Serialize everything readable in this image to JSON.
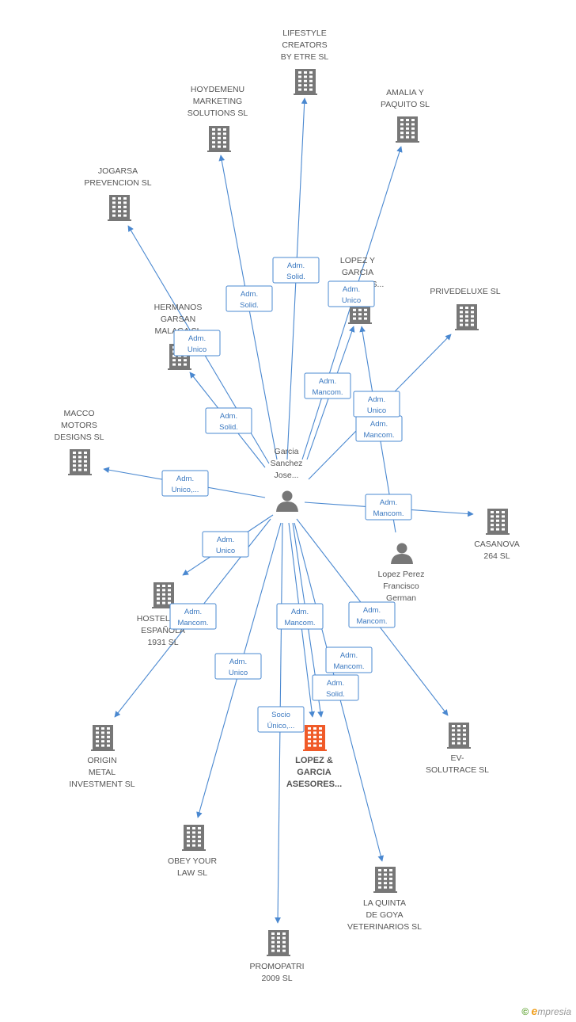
{
  "colors": {
    "edge": "#4a88d0",
    "company": "#777777",
    "company_main": "#f05a28",
    "person": "#777777",
    "label_text": "#3a78c0"
  },
  "nodes": [
    {
      "id": "lifestyle",
      "type": "company",
      "lines": [
        "LIFESTYLE",
        "CREATORS",
        "BY ETRE  SL"
      ]
    },
    {
      "id": "hoydemenu",
      "type": "company",
      "lines": [
        "HOYDEMENU",
        "MARKETING",
        "SOLUTIONS SL"
      ]
    },
    {
      "id": "amalia",
      "type": "company",
      "lines": [
        "AMALIA Y",
        "PAQUITO SL"
      ]
    },
    {
      "id": "jogarsa",
      "type": "company",
      "lines": [
        "JOGARSA",
        "PREVENCION SL"
      ]
    },
    {
      "id": "lopezygarcia",
      "type": "company",
      "lines": [
        "LOPEZ Y",
        "GARCIA",
        "ASESORES..."
      ]
    },
    {
      "id": "privedeluxe",
      "type": "company",
      "lines": [
        "PRIVEDELUXE SL"
      ]
    },
    {
      "id": "hermanos",
      "type": "company",
      "lines": [
        "HERMANOS",
        "GARSAN",
        "MALAGA SL"
      ]
    },
    {
      "id": "macco",
      "type": "company",
      "lines": [
        "MACCO",
        "MOTORS",
        "DESIGNS  SL"
      ]
    },
    {
      "id": "garcia",
      "type": "person",
      "lines": [
        "Garcia",
        "Sanchez",
        "Jose..."
      ]
    },
    {
      "id": "casanova",
      "type": "company",
      "lines": [
        "CASANOVA",
        "264  SL"
      ]
    },
    {
      "id": "lopezperez",
      "type": "person",
      "lines": [
        "Lopez Perez",
        "Francisco",
        "German"
      ]
    },
    {
      "id": "hostel",
      "type": "company",
      "lines": [
        "HOSTELERIA",
        "ESPAÑOLA",
        "1931 SL"
      ]
    },
    {
      "id": "origin",
      "type": "company",
      "lines": [
        "ORIGIN",
        "METAL",
        "INVESTMENT SL"
      ]
    },
    {
      "id": "main",
      "type": "company_main",
      "lines": [
        "LOPEZ &",
        "GARCIA",
        "ASESORES..."
      ]
    },
    {
      "id": "ev",
      "type": "company",
      "lines": [
        "EV-",
        "SOLUTRACE SL"
      ]
    },
    {
      "id": "obey",
      "type": "company",
      "lines": [
        "OBEY YOUR",
        "LAW  SL"
      ]
    },
    {
      "id": "laquinta",
      "type": "company",
      "lines": [
        "LA QUINTA",
        "DE GOYA",
        "VETERINARIOS SL"
      ]
    },
    {
      "id": "promopatri",
      "type": "company",
      "lines": [
        "PROMOPATRI",
        "2009 SL"
      ]
    }
  ],
  "edges": [
    {
      "from": "garcia",
      "to": "lifestyle",
      "label": [
        "Adm.",
        "Solid."
      ]
    },
    {
      "from": "garcia",
      "to": "hoydemenu",
      "label": [
        "Adm.",
        "Solid."
      ]
    },
    {
      "from": "garcia",
      "to": "amalia",
      "label": [
        "Adm.",
        "Mancom."
      ]
    },
    {
      "from": "garcia",
      "to": "jogarsa",
      "label": [
        "Adm.",
        "Unico"
      ]
    },
    {
      "from": "garcia",
      "to": "lopezygarcia",
      "label": [
        "Adm.",
        "Unico"
      ]
    },
    {
      "from": "garcia",
      "to": "privedeluxe",
      "label": [
        "Adm.",
        "Mancom."
      ]
    },
    {
      "from": "garcia",
      "to": "hermanos",
      "label": [
        "Adm.",
        "Solid."
      ]
    },
    {
      "from": "garcia",
      "to": "macco",
      "label": [
        "Adm.",
        "Unico,..."
      ]
    },
    {
      "from": "garcia",
      "to": "casanova",
      "label": [
        "Adm.",
        "Mancom."
      ]
    },
    {
      "from": "garcia",
      "to": "hostel",
      "label": [
        "Adm.",
        "Unico"
      ]
    },
    {
      "from": "garcia",
      "to": "origin",
      "label": [
        "Adm.",
        "Mancom."
      ]
    },
    {
      "from": "garcia",
      "to": "obey",
      "label": [
        "Adm.",
        "Unico"
      ]
    },
    {
      "from": "garcia",
      "to": "promopatri",
      "label": [
        "Socio",
        "Único,..."
      ]
    },
    {
      "from": "garcia",
      "to": "main",
      "label": [
        "Adm.",
        "Mancom."
      ]
    },
    {
      "from": "garcia",
      "to": "ev",
      "label": [
        "Adm.",
        "Mancom."
      ]
    },
    {
      "from": "garcia",
      "to": "laquinta",
      "label": [
        "Adm.",
        "Solid."
      ]
    },
    {
      "from": "lopezperez",
      "to": "lopezygarcia",
      "label": [
        "Adm.",
        "Unico"
      ]
    },
    {
      "from": "garcia",
      "to": "main",
      "label": [
        "Adm.",
        "Mancom."
      ]
    }
  ],
  "brand": {
    "c": "©",
    "e": "e",
    "rest": "mpresia"
  }
}
